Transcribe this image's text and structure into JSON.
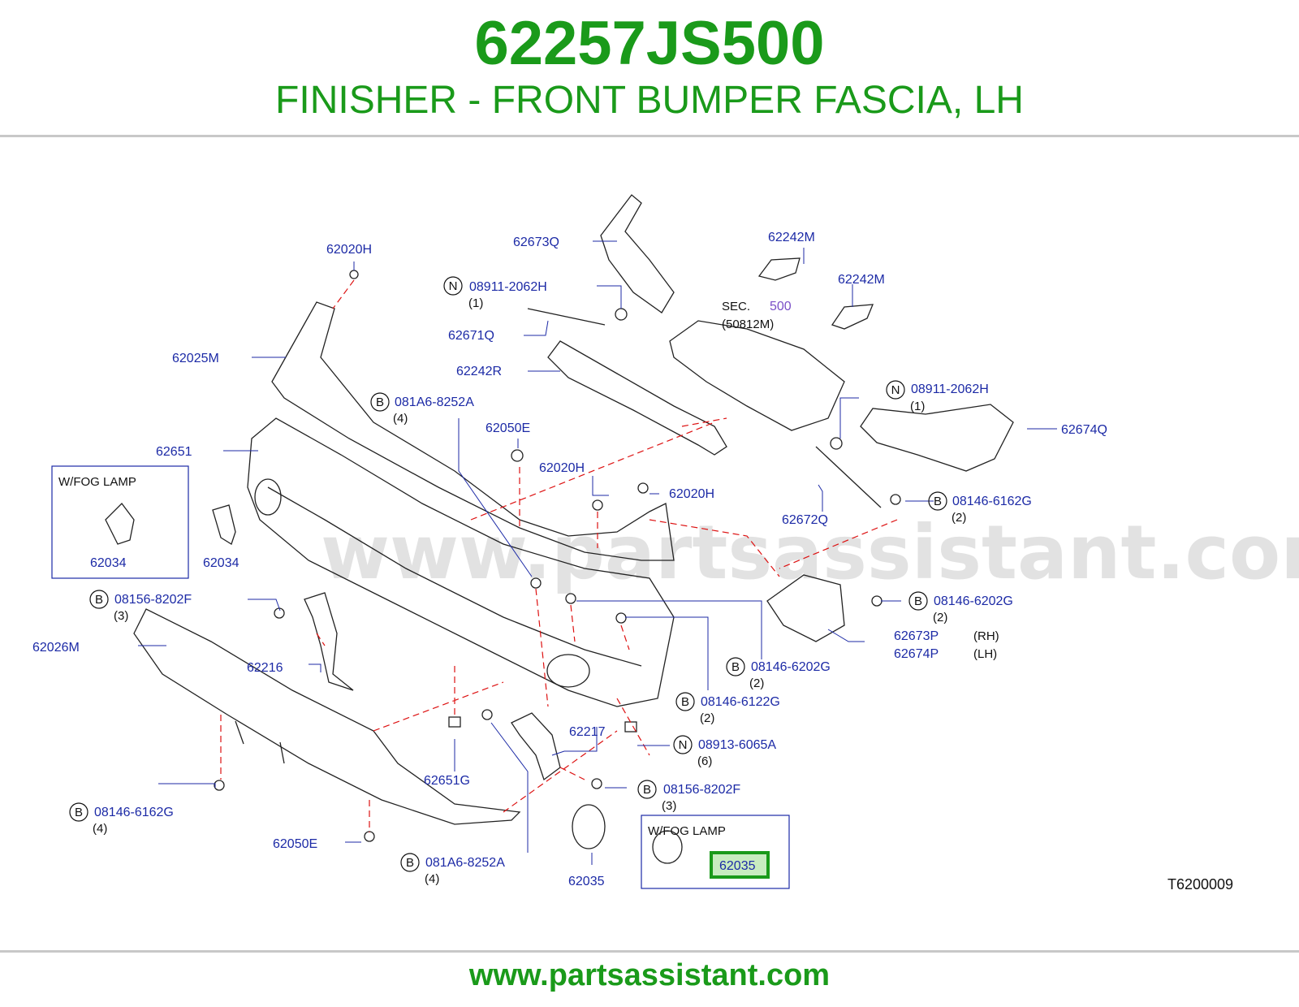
{
  "header": {
    "part_number": "62257JS500",
    "description": "FINISHER - FRONT BUMPER FASCIA, LH"
  },
  "diagram": {
    "watermark": "www.partsassistant.com",
    "diagram_code": "T6200009",
    "section_ref": {
      "prefix": "SEC.",
      "number": "500",
      "sub": "(50812M)"
    },
    "fog_lamp_boxes": [
      "W/FOG  LAMP",
      "W/FOG  LAMP"
    ],
    "labels": {
      "p62020H_a": "62020H",
      "p62673Q": "62673Q",
      "p62242M_a": "62242M",
      "p62242M_b": "62242M",
      "p08911_a": "08911-2062H",
      "q08911_a": "(1)",
      "p62671Q": "62671Q",
      "p62025M": "62025M",
      "p62242R": "62242R",
      "p081A6_a": "081A6-8252A",
      "q081A6_a": "(4)",
      "p08911_b": "08911-2062H",
      "q08911_b": "(1)",
      "p62674Q": "62674Q",
      "p62050E_a": "62050E",
      "p62651": "62651",
      "p62020H_b": "62020H",
      "p62020H_c": "62020H",
      "p08146_6162G_a": "08146-6162G",
      "q08146_6162G_a": "(2)",
      "p62672Q": "62672Q",
      "p62034_a": "62034",
      "p62034_b": "62034",
      "p08156_a": "08156-8202F",
      "q08156_a": "(3)",
      "p08146_6202G_a": "08146-6202G",
      "q08146_6202G_a": "(2)",
      "p62673P": "62673P",
      "rh": "(RH)",
      "p62674P": "62674P",
      "lh": "(LH)",
      "p62026M": "62026M",
      "p62216": "62216",
      "p08146_6202G_b": "08146-6202G",
      "q08146_6202G_b": "(2)",
      "p08146_6122G": "08146-6122G",
      "q08146_6122G": "(2)",
      "p62217": "62217",
      "p08913": "08913-6065A",
      "q08913": "(6)",
      "p62651G": "62651G",
      "p08156_b": "08156-8202F",
      "q08156_b": "(3)",
      "p08146_6162G_b": "08146-6162G",
      "q08146_6162G_b": "(4)",
      "p62050E_b": "62050E",
      "p081A6_b": "081A6-8252A",
      "q081A6_b": "(4)",
      "p62035_a": "62035",
      "p62035_b": "62035"
    },
    "circle_letters": {
      "N": "N",
      "B": "B"
    }
  },
  "footer": {
    "url": "www.partsassistant.com"
  }
}
